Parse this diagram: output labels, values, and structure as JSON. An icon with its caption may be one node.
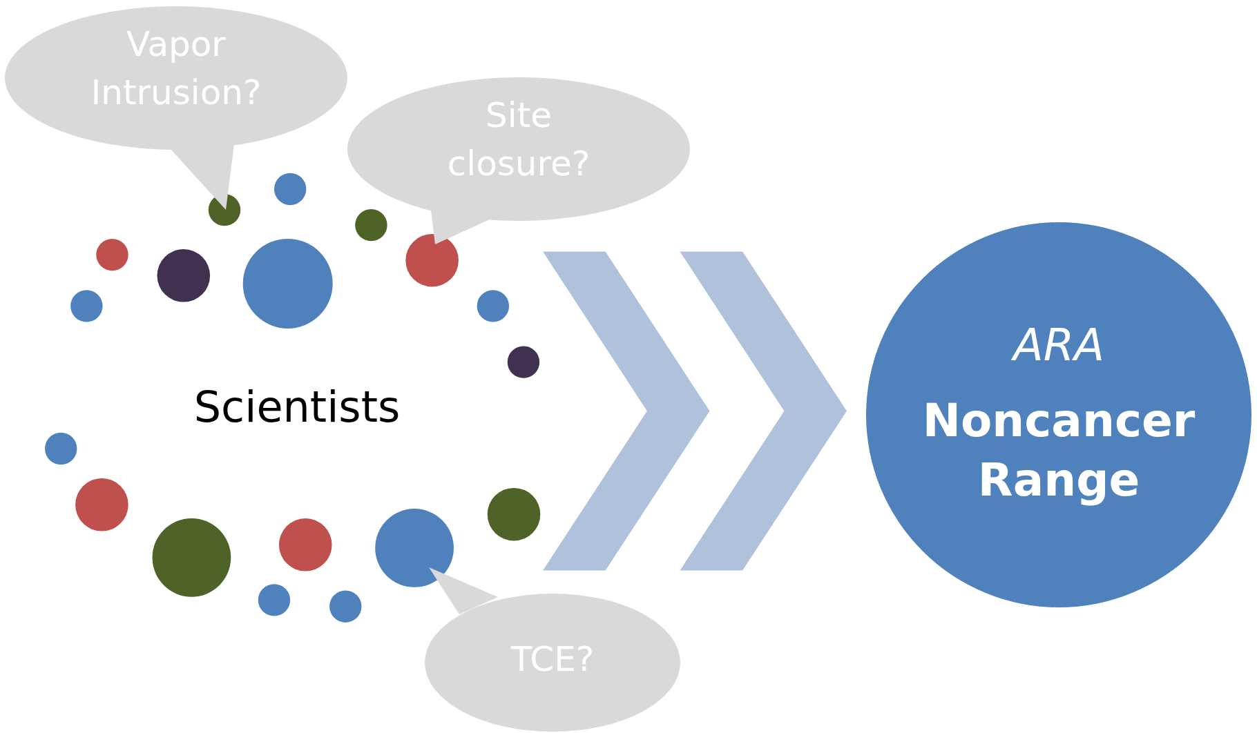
{
  "diagram": {
    "nodes": [
      {
        "text": [
          "Scientists"
        ]
      },
      {
        "text": [
          "Vapor Intrusion?"
        ]
      },
      {
        "text": [
          "Site closure?"
        ]
      },
      {
        "text": [
          "TCE?"
        ]
      },
      {
        "text": [
          "ARA",
          "Noncancer Range"
        ]
      }
    ],
    "edges": [
      {
        "from": 0,
        "to": 4,
        "arrow": "to"
      }
    ]
  }
}
